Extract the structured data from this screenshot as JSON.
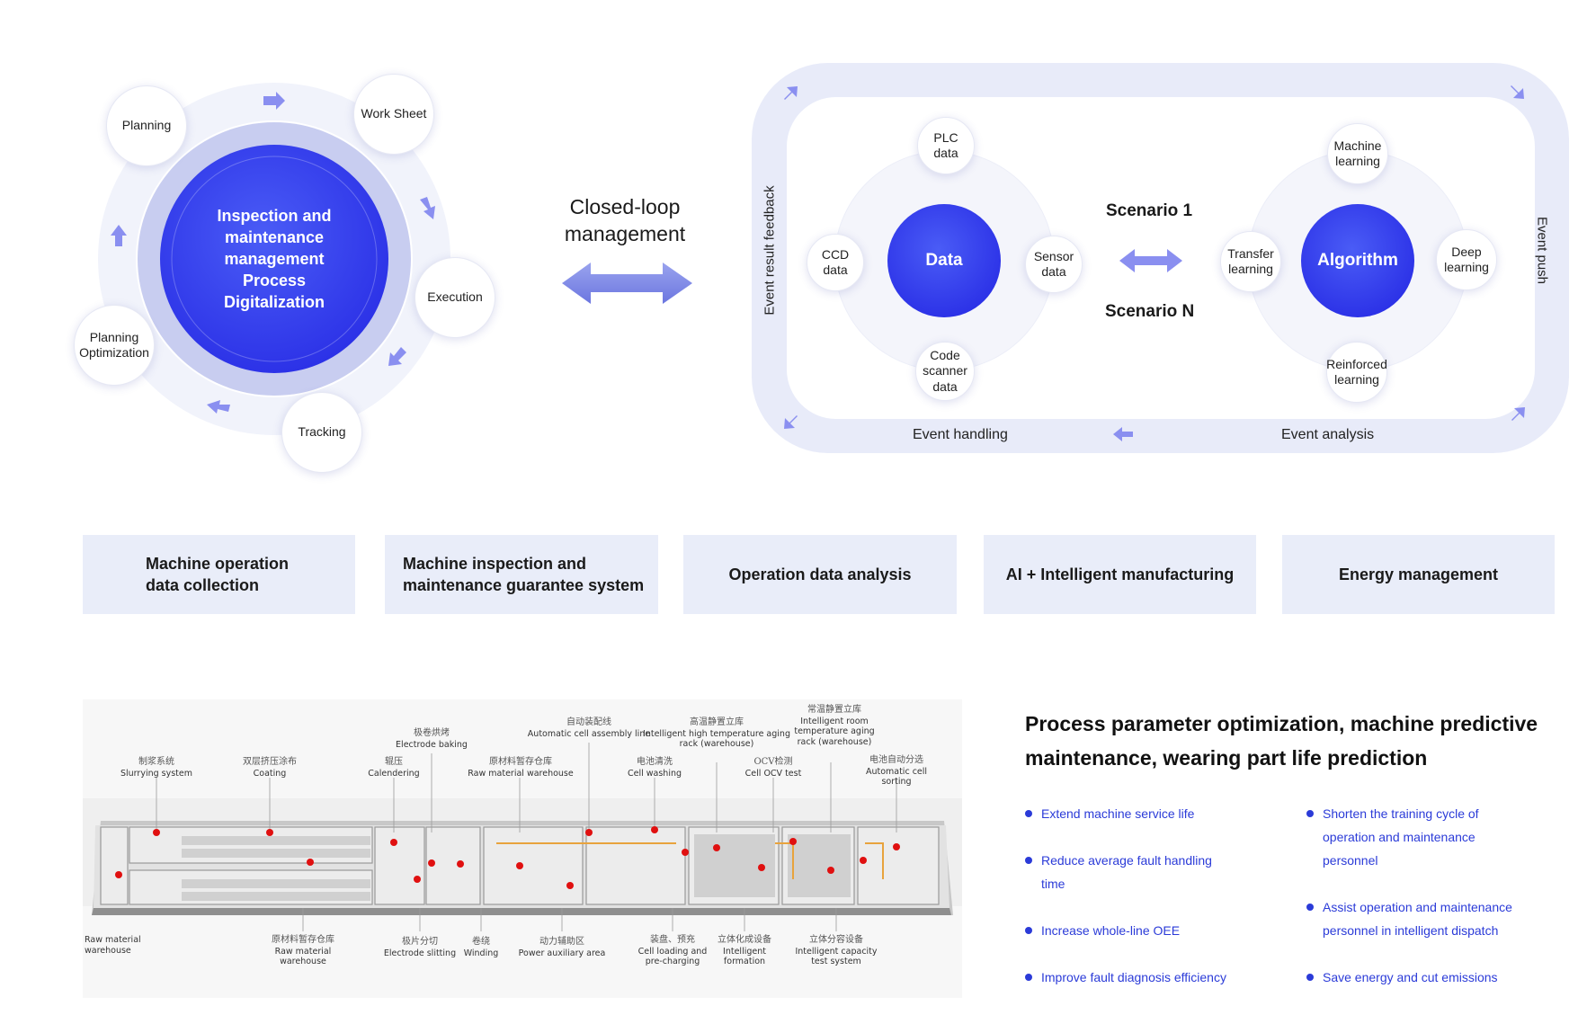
{
  "process_cycle": {
    "center": "Inspection and\nmaintenance\nmanagement\nProcess\nDigitalization",
    "nodes": {
      "planning": "Planning",
      "work_sheet": "Work Sheet",
      "execution": "Execution",
      "tracking": "Tracking",
      "planning_optimization": "Planning\nOptimization"
    }
  },
  "closed_loop": {
    "label": "Closed-loop\nmanagement"
  },
  "data_algorithm": {
    "data_center": "Data",
    "data_nodes": {
      "plc": "PLC\ndata",
      "ccd": "CCD\ndata",
      "sensor": "Sensor\ndata",
      "code_scanner": "Code\nscanner\ndata"
    },
    "algorithm_center": "Algorithm",
    "algorithm_nodes": {
      "machine_learning": "Machine\nlearning",
      "transfer_learning": "Transfer\nlearning",
      "deep_learning": "Deep\nlearning",
      "reinforced_learning": "Reinforced\nlearning"
    },
    "scenario_1": "Scenario 1",
    "scenario_n": "Scenario N",
    "loop_labels": {
      "event_result_feedback": "Event result feedback",
      "event_push": "Event push",
      "event_handling": "Event handling",
      "event_analysis": "Event analysis"
    }
  },
  "features": [
    "Machine operation\ndata collection",
    "Machine inspection and\nmaintenance guarantee system",
    "Operation data analysis",
    "AI + Intelligent manufacturing",
    "Energy management"
  ],
  "factory_labels": {
    "top": [
      {
        "zh": "制浆系统",
        "en": "Slurrying system"
      },
      {
        "zh": "双层挤压涂布",
        "en": "Coating"
      },
      {
        "zh": "辊压",
        "en": "Calendering"
      },
      {
        "zh": "极卷烘烤",
        "en": "Electrode baking"
      },
      {
        "zh": "原材料暂存仓库",
        "en": "Raw material warehouse"
      },
      {
        "zh": "自动装配线",
        "en": "Automatic cell assembly line"
      },
      {
        "zh": "电池清洗",
        "en": "Cell washing"
      },
      {
        "zh": "高温静置立库",
        "en": "Intelligent high temperature aging\nrack (warehouse)"
      },
      {
        "zh": "OCV检测",
        "en": "Cell OCV test"
      },
      {
        "zh": "常温静置立库",
        "en": "Intelligent room\ntemperature aging\nrack (warehouse)"
      },
      {
        "zh": "电池自动分选",
        "en": "Automatic cell\nsorting"
      }
    ],
    "bottom": [
      {
        "zh": "",
        "en": "Raw material\nwarehouse"
      },
      {
        "zh": "原材料暂存仓库",
        "en": "Raw material\nwarehouse"
      },
      {
        "zh": "极片分切",
        "en": "Electrode slitting"
      },
      {
        "zh": "卷绕",
        "en": "Winding"
      },
      {
        "zh": "动力辅助区",
        "en": "Power auxiliary area"
      },
      {
        "zh": "装盘、预充",
        "en": "Cell loading and\npre-charging"
      },
      {
        "zh": "立体化成设备",
        "en": "Intelligent\nformation"
      },
      {
        "zh": "立体分容设备",
        "en": "Intelligent capacity\ntest system"
      }
    ]
  },
  "benefits": {
    "title": "Process parameter optimization, machine predictive\nmaintenance, wearing part life prediction",
    "left": [
      "Extend machine service life",
      "Reduce average fault handling\ntime",
      "Increase whole-line OEE",
      "Improve fault diagnosis efficiency"
    ],
    "right": [
      "Shorten the training cycle of\noperation and maintenance\npersonnel",
      "Assist operation and maintenance\npersonnel in intelligent dispatch",
      "Save energy and cut emissions"
    ]
  },
  "colors": {
    "accent_blue": "#3a3ff0",
    "light_ring": "#eef0fa",
    "mid_ring": "#c9cdf0",
    "arrow": "#8a8ff0",
    "feature_bg": "#e9edf9",
    "bullet_text": "#2b3bd8"
  }
}
